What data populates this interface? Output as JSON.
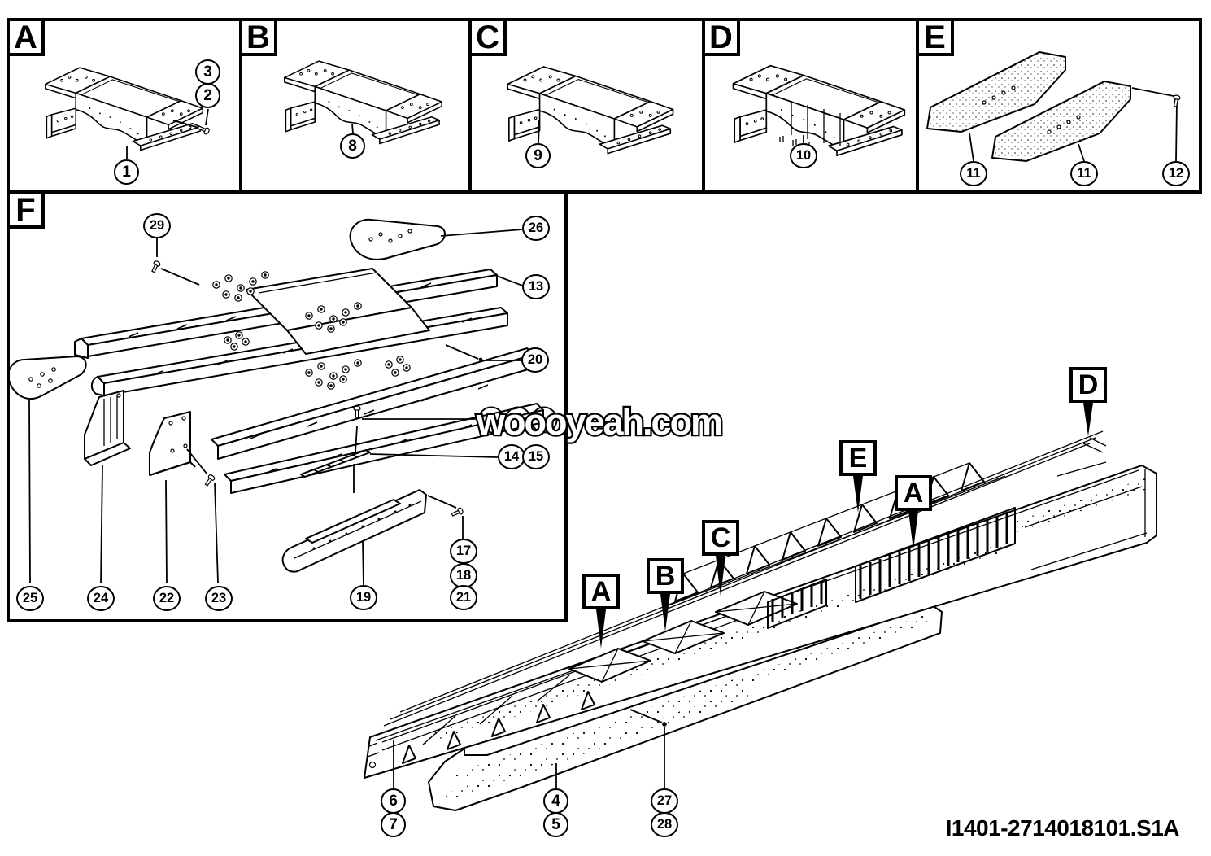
{
  "title_block": {
    "drawing_number": "I1401-2714018101.S1A"
  },
  "watermark": {
    "text": "woooyeah.com"
  },
  "panel_labels": {
    "a": "A",
    "b": "B",
    "c": "C",
    "d": "D",
    "e": "E",
    "f": "F"
  },
  "section_flags": {
    "a_front": "A",
    "b": "B",
    "c": "C",
    "e": "E",
    "a_mid": "A",
    "d": "D"
  },
  "callouts": {
    "a1": "1",
    "a2": "2",
    "a3": "3",
    "b8": "8",
    "c9": "9",
    "d10": "10",
    "e11a": "11",
    "e11b": "11",
    "e12": "12",
    "f13": "13",
    "f14": "14",
    "f15": "15",
    "f17": "17",
    "f18": "18",
    "f19": "19",
    "f20": "20",
    "f21": "21",
    "f22": "22",
    "f23": "23",
    "f24": "24",
    "f25": "25",
    "f26": "26",
    "f29": "29",
    "m4": "4",
    "m5": "5",
    "m6": "6",
    "m7": "7",
    "m27": "27",
    "m28": "28"
  }
}
